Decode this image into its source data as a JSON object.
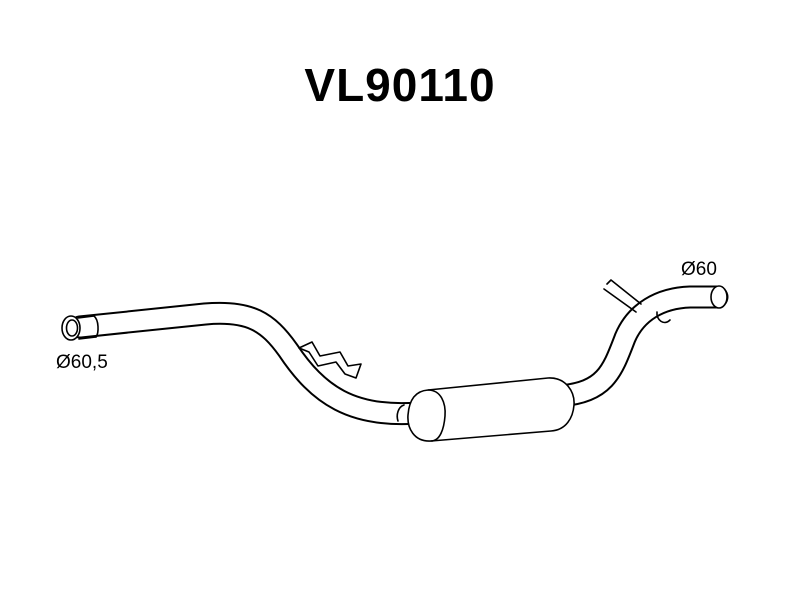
{
  "diagram": {
    "part_number": "VL90110",
    "inlet_diameter": "Ø60,5",
    "outlet_diameter": "Ø60"
  },
  "colors": {
    "line": "#000000",
    "background": "#ffffff"
  }
}
